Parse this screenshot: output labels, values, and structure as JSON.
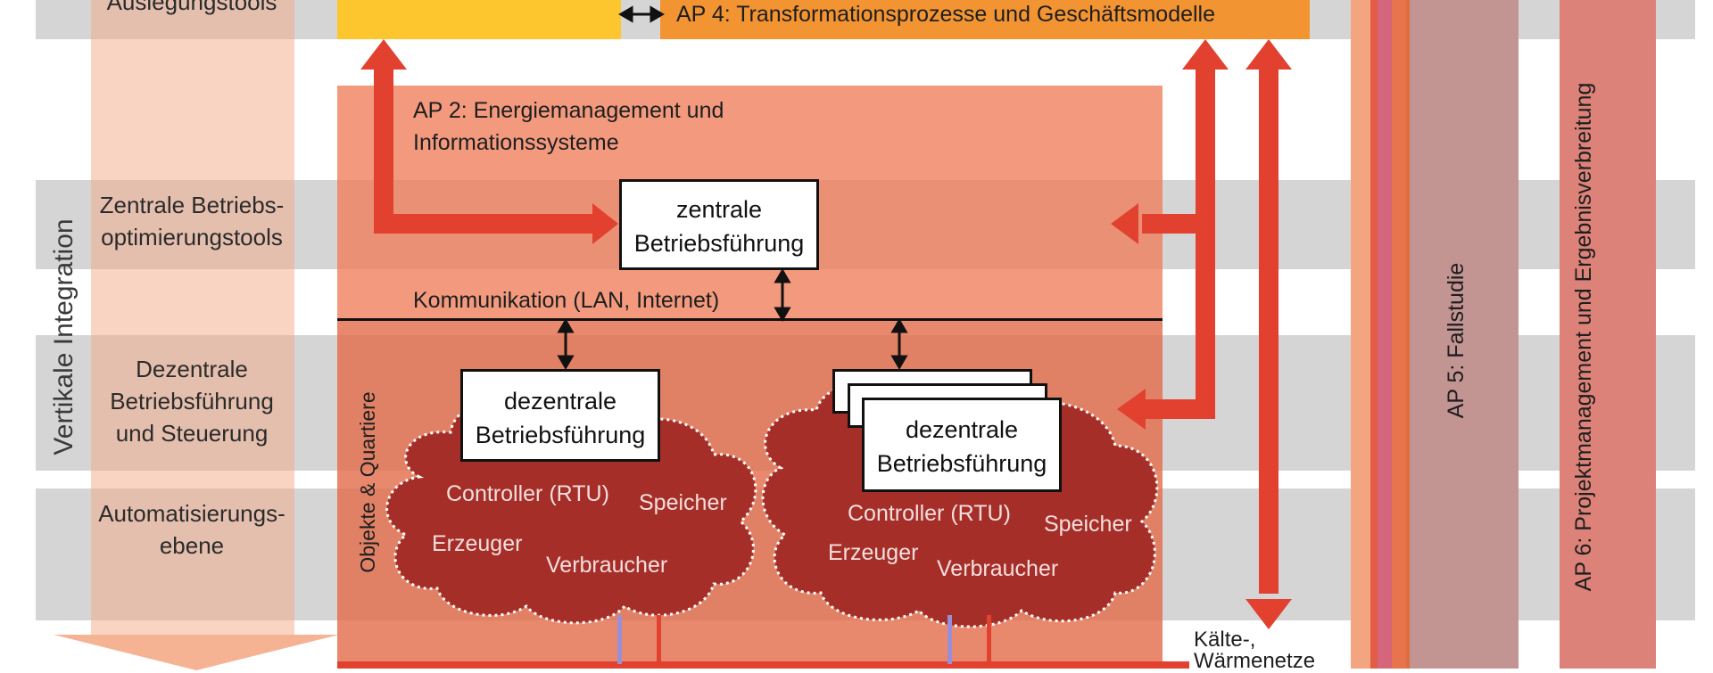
{
  "rows": {
    "top_label": "Auslegungstools",
    "central_label": "Zentrale Betriebs-\noptimierungstools",
    "decentral_label": "Dezentrale\nBetriebsführung\nund Steuerung",
    "automation_label": "Automatisierungs-\nebene"
  },
  "vertical_integration": "Vertikale Integration",
  "ap4_label": "AP 4: Transformationsprozesse und Geschäftsmodelle",
  "ap2_label": "AP 2: Energiemanagement und\nInformationssysteme",
  "central_box": "zentrale\nBetriebsführung",
  "communication_label": "Kommunikation (LAN, Internet)",
  "objects_label": "Objekte & Quartiere",
  "left_cloud": {
    "box": "dezentrale\nBetriebsführung",
    "controller": "Controller (RTU)",
    "storage": "Speicher",
    "producer": "Erzeuger",
    "consumer": "Verbraucher"
  },
  "right_cloud": {
    "box": "dezentrale\nBetriebsführung",
    "controller": "Controller (RTU)",
    "storage": "Speicher",
    "producer": "Erzeuger",
    "consumer": "Verbraucher"
  },
  "networks_label": "Kälte-,\nWärmenetze",
  "ap5_label": "AP 5: Fallstudie",
  "ap6_label": "AP 6: Projektmanagement und Ergebnisverbreitung",
  "colors": {
    "band_gray": "#d5d5d5",
    "ap2_salmon": "#ee9377",
    "ap4_orange": "#f39433",
    "ap_yellow": "#fdc62e",
    "arrow_red": "#e2412f",
    "cloud_dark": "#a52f28",
    "ap5_mauve": "#c29593",
    "ap6_rose": "#dc8279"
  }
}
